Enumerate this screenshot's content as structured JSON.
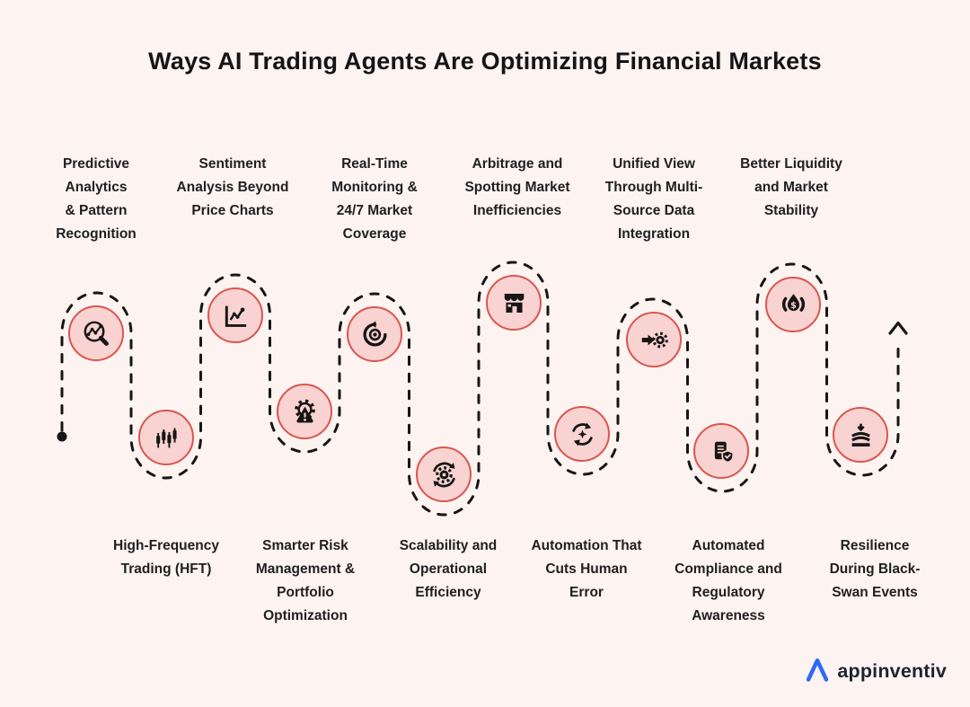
{
  "title": "Ways AI Trading Agents Are Optimizing Financial Markets",
  "colors": {
    "background": "#FDF3F1",
    "title_text": "#141414",
    "label_text": "#1F1F1F",
    "circle_fill": "#F8D3D1",
    "circle_border": "#D9564E",
    "path_stroke": "#171615",
    "icon_black": "#171615",
    "logo_blue": "#2E68F7"
  },
  "steps": [
    {
      "label": "Predictive\nAnalytics\n& Pattern\nRecognition",
      "icon": "chart-magnifier-icon",
      "position": "top"
    },
    {
      "label": "High-Frequency\nTrading (HFT)",
      "icon": "candlestick-chart-icon",
      "position": "bottom"
    },
    {
      "label": "Sentiment\nAnalysis Beyond\nPrice Charts",
      "icon": "line-chart-icon",
      "position": "top"
    },
    {
      "label": "Smarter Risk\nManagement &\nPortfolio\nOptimization",
      "icon": "gear-alert-icon",
      "position": "bottom"
    },
    {
      "label": "Real-Time\nMonitoring &\n24/7 Market\nCoverage",
      "icon": "target-refresh-icon",
      "position": "top"
    },
    {
      "label": "Scalability and\nOperational\nEfficiency",
      "icon": "gear-sync-icon",
      "position": "bottom"
    },
    {
      "label": "Arbitrage and\nSpotting Market\nInefficiencies",
      "icon": "storefront-icon",
      "position": "top"
    },
    {
      "label": "Automation That\nCuts Human\nError",
      "icon": "sync-sparkle-icon",
      "position": "bottom"
    },
    {
      "label": "Unified View\nThrough Multi-\nSource Data\nIntegration",
      "icon": "arrow-gear-icon",
      "position": "top"
    },
    {
      "label": "Automated\nCompliance and\nRegulatory\nAwareness",
      "icon": "document-shield-icon",
      "position": "bottom"
    },
    {
      "label": "Better Liquidity\nand Market\nStability",
      "icon": "liquidity-drop-icon",
      "position": "top"
    },
    {
      "label": "Resilience\nDuring Black-\nSwan Events",
      "icon": "resilience-layers-icon",
      "position": "bottom"
    }
  ],
  "path_markers": {
    "start": "start-dot",
    "end": "up-arrow-icon"
  },
  "footer": {
    "logo_icon": "appinventiv-logo",
    "logo_text": "appinventiv"
  }
}
